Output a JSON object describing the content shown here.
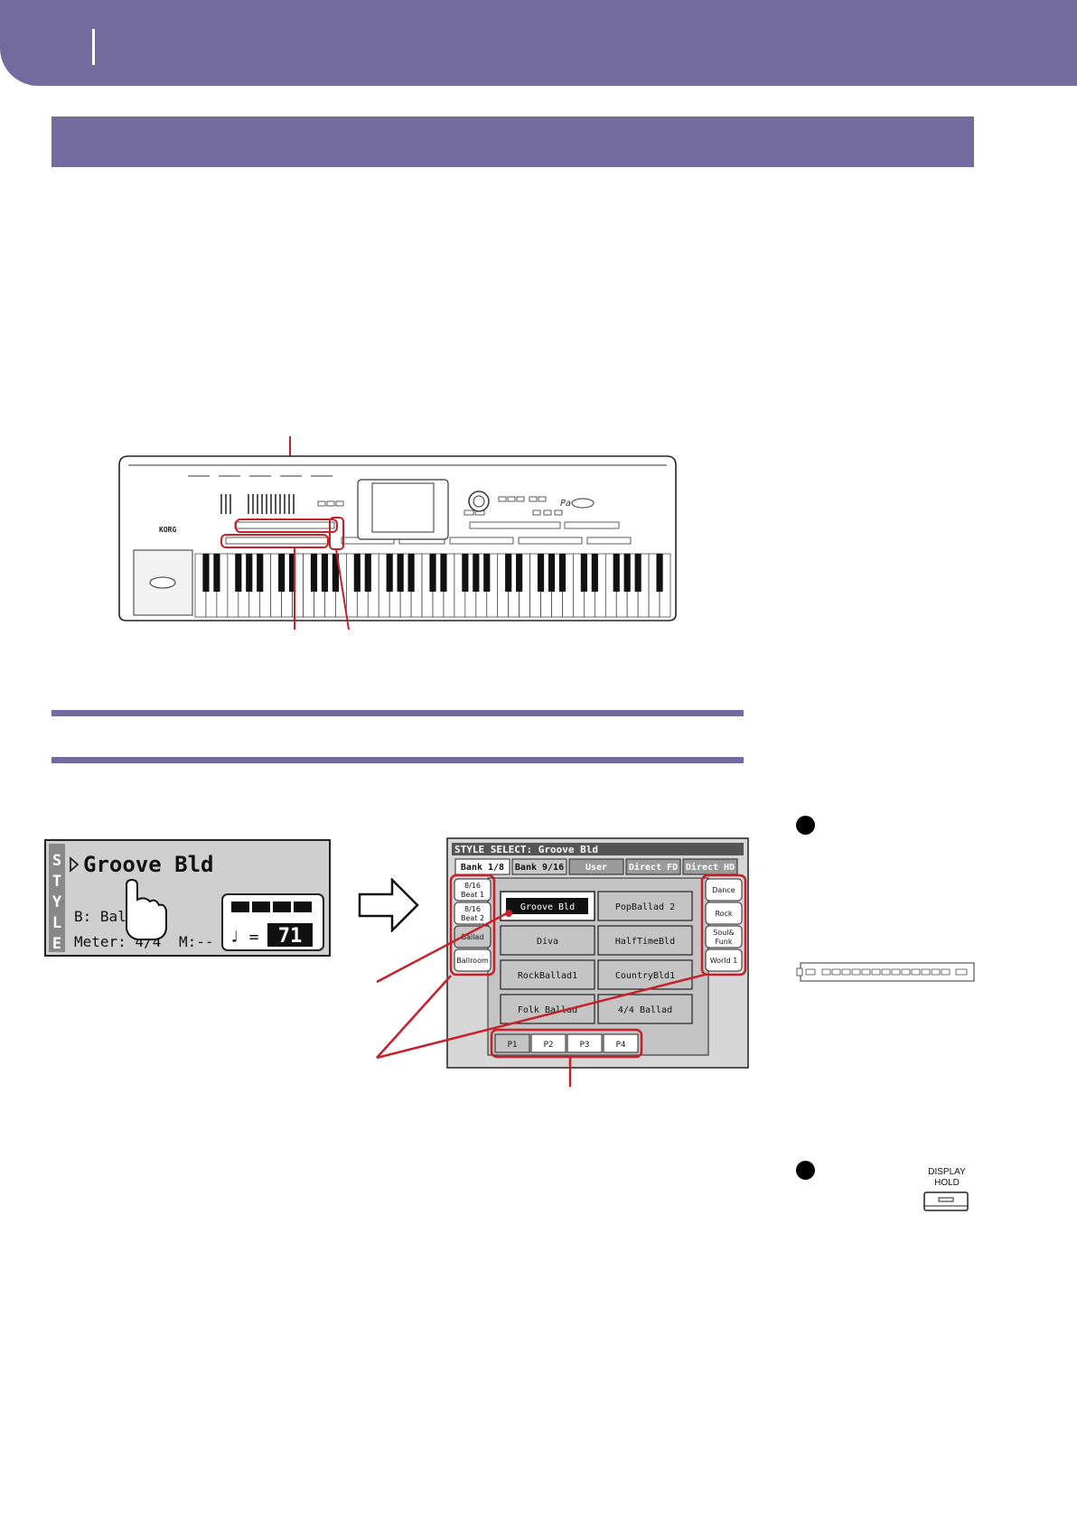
{
  "style_display": {
    "vertical_label": [
      "S",
      "T",
      "Y",
      "L",
      "E"
    ],
    "style_name": "Groove Bld",
    "bank_text": "B: Ballad",
    "meter_text": "Meter: 4/4",
    "measure_text": "M:--",
    "tempo_symbol": "♩ =",
    "tempo_value": "71"
  },
  "style_select": {
    "title": "STYLE SELECT: Groove Bld",
    "bank_tabs": [
      "Bank 1/8",
      "Bank 9/16",
      "User",
      "Direct FD",
      "Direct HD"
    ],
    "left_tabs": [
      [
        "8/16",
        "Beat 1"
      ],
      [
        "8/16",
        "Beat 2"
      ],
      [
        "Ballad"
      ],
      [
        "Ballroom"
      ]
    ],
    "right_tabs": [
      [
        "Dance"
      ],
      [
        "Rock"
      ],
      [
        "Soul&",
        "Funk"
      ],
      [
        "World 1"
      ]
    ],
    "styles": [
      "Groove Bld",
      "PopBallad 2",
      "Diva",
      "HalfTimeBld",
      "RockBallad1",
      "CountryBld1",
      "Folk Ballad",
      "4/4 Ballad"
    ],
    "selected_style": "Groove Bld",
    "page_tabs": [
      "P1",
      "P2",
      "P3",
      "P4"
    ],
    "selected_page": "P1"
  },
  "keyboard": {
    "brand": "KORG"
  },
  "display_hold_button": {
    "label_line1": "DISPLAY",
    "label_line2": "HOLD"
  },
  "colors": {
    "header_purple": "#736b9f",
    "callout_red": "#c8202a"
  },
  "icons": [
    "hand-pointer-icon",
    "right-arrow-icon",
    "bullet-icon"
  ]
}
